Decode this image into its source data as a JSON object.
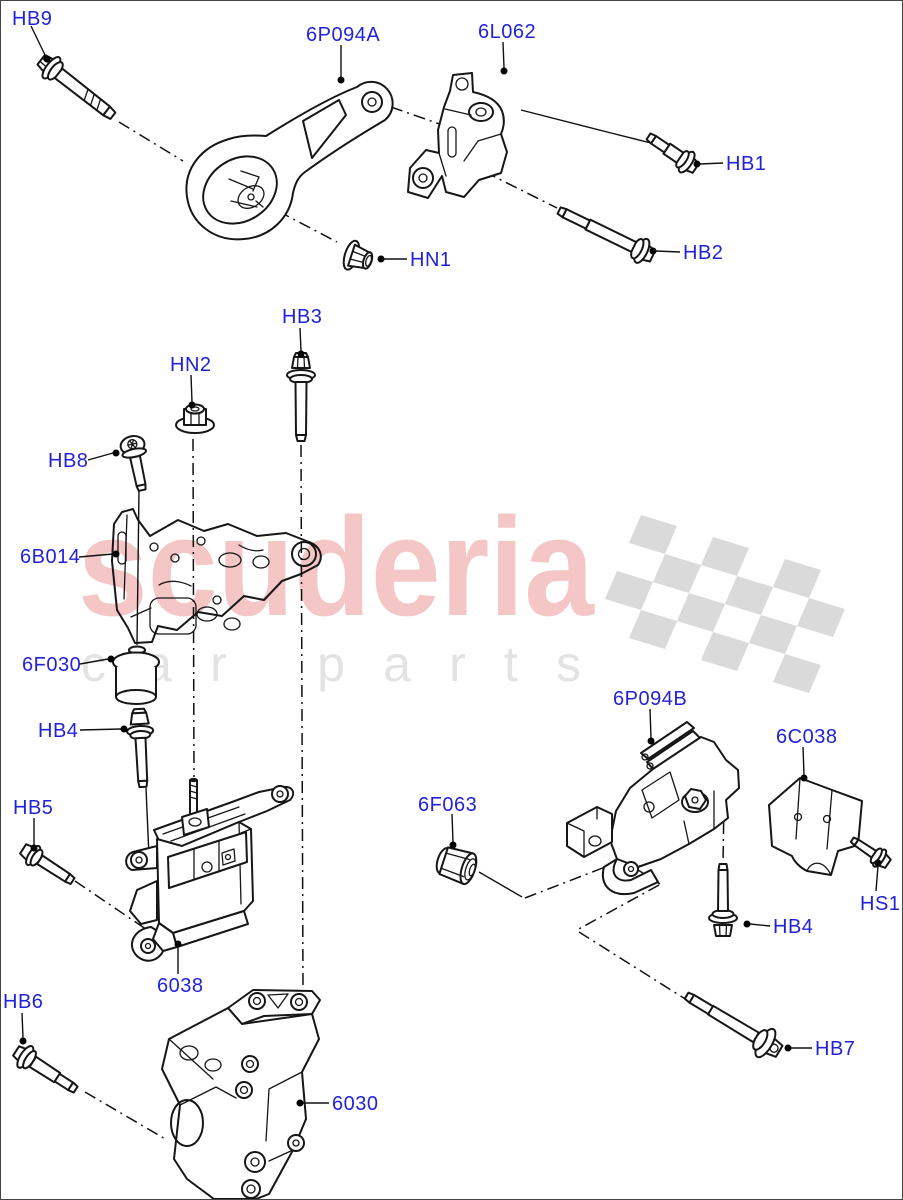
{
  "diagram": {
    "type": "exploded-parts-diagram",
    "subject": "Engine mounting",
    "background": "#ffffff"
  },
  "colors": {
    "label": "#2222db",
    "line": "#161616",
    "watermark_brand": "#f5c6c6",
    "watermark_sub": "#e3e3e3",
    "flag": "#dadada"
  },
  "watermark": {
    "brand": "scuderia",
    "subtext": "car parts"
  },
  "labels": {
    "hb9": "HB9",
    "p6094a": "6P094A",
    "l6062": "6L062",
    "hb1": "HB1",
    "hb2": "HB2",
    "hn1": "HN1",
    "hb3": "HB3",
    "hn2": "HN2",
    "hb8": "HB8",
    "b6014": "6B014",
    "f6030": "6F030",
    "hb4_left": "HB4",
    "hb5": "HB5",
    "m6038": "6038",
    "hb6": "HB6",
    "m6030": "6030",
    "p6094b": "6P094B",
    "c6038": "6C038",
    "f6063": "6F063",
    "hs1": "HS1",
    "hb4_right": "HB4",
    "hb7": "HB7"
  }
}
